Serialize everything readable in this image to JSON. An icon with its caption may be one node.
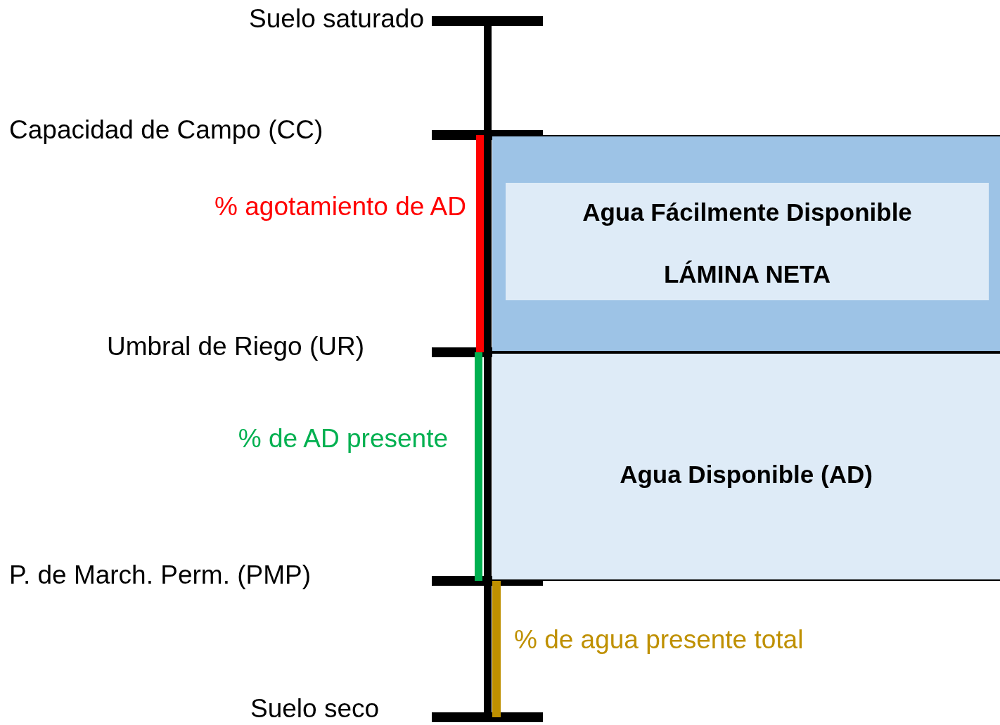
{
  "diagram": {
    "nodes": [
      {
        "text": [],
        "shape": "box"
      },
      {
        "text": [
          "Agua Fácilmente Disponible",
          "LÁMINA NETA"
        ],
        "in": 0
      },
      {
        "text": [
          "Agua Disponible (AD)"
        ]
      }
    ],
    "labels": [
      "Suelo saturado",
      "Capacidad de Campo (CC)",
      "% agotamiento de AD",
      "Umbral de Riego (UR)",
      "% de AD presente",
      "P. de March. Perm. (PMP)",
      "% de agua presente total",
      "Suelo seco"
    ]
  }
}
